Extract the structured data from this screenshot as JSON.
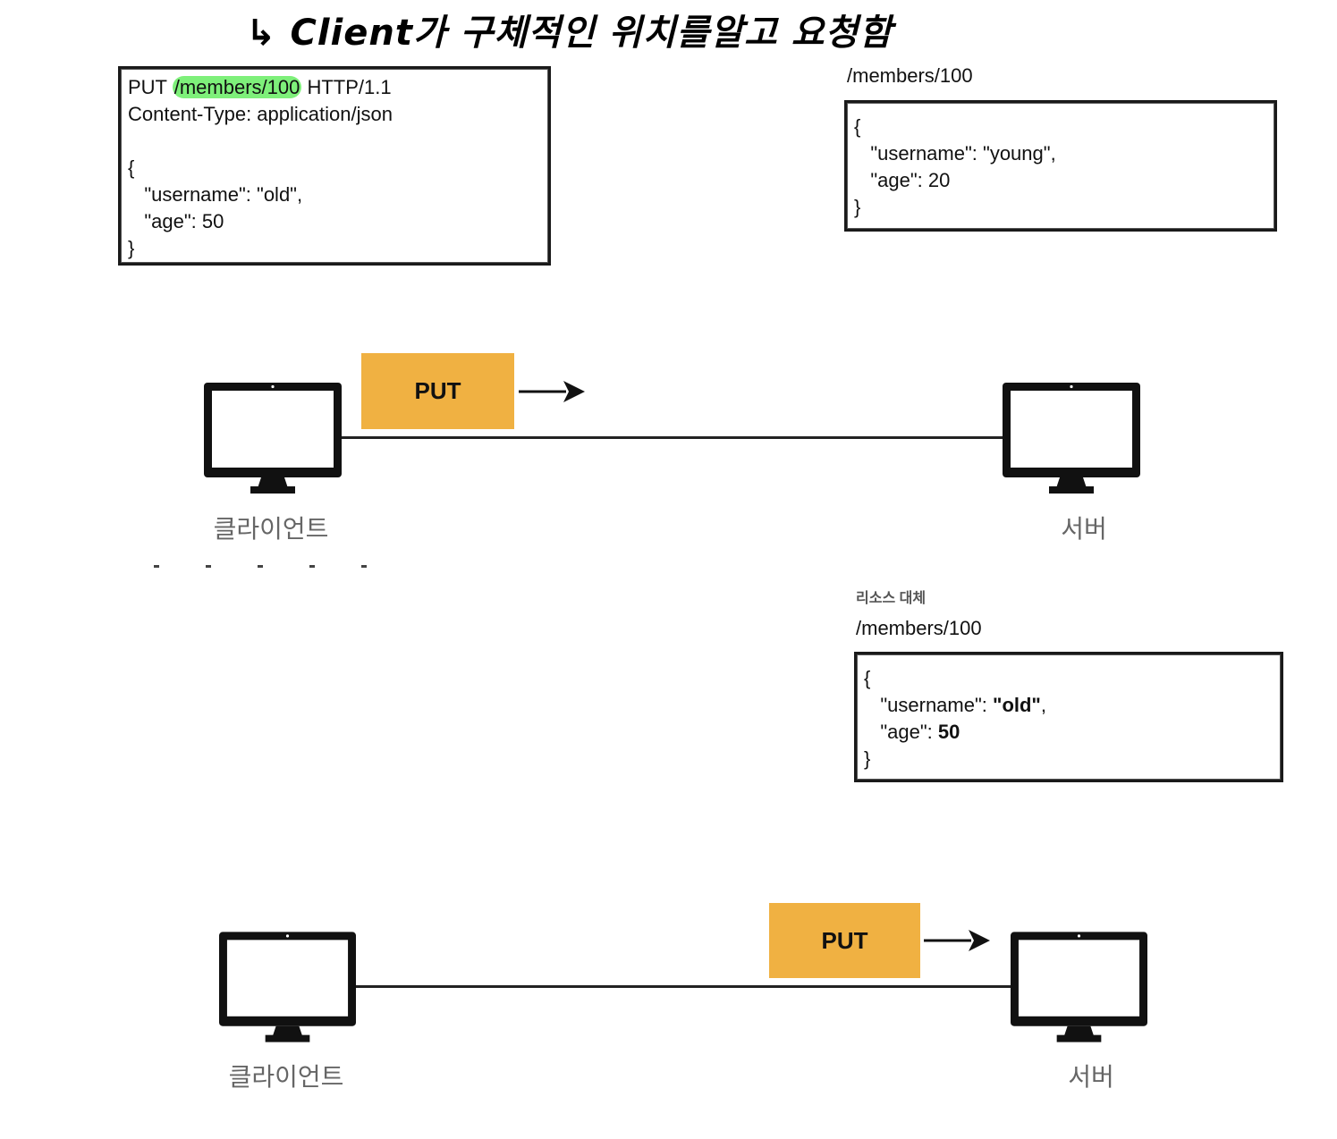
{
  "annotation": {
    "text": "↳ Client가 구체적인 위치를알고 요청함"
  },
  "top": {
    "request": {
      "line1_method": "PUT ",
      "line1_path": "/members/100",
      "line1_version": " HTTP/1.1",
      "content_type": "Content-Type: application/json",
      "brace_open": "{",
      "username_line": "   \"username\": \"old\",",
      "age_line": "   \"age\": 50",
      "brace_close": "}"
    },
    "resource": {
      "path": "/members/100",
      "brace_open": "{",
      "username_line": "   \"username\": \"young\",",
      "age_line": "   \"age\": 20",
      "brace_close": "}"
    },
    "put_label": "PUT",
    "client_label": "클라이언트",
    "server_label": "서버"
  },
  "bottom": {
    "caption": "리소스 대체",
    "resource": {
      "path": "/members/100",
      "brace_open": "{",
      "username_key": "   \"username\": ",
      "username_value": "\"old\"",
      "username_tail": ",",
      "age_key": "   \"age\": ",
      "age_value": "50",
      "brace_close": "}"
    },
    "put_label": "PUT",
    "client_label": "클라이언트",
    "server_label": "서버"
  },
  "colors": {
    "put_fill": "#f0b142",
    "highlight": "#7ef07a"
  }
}
